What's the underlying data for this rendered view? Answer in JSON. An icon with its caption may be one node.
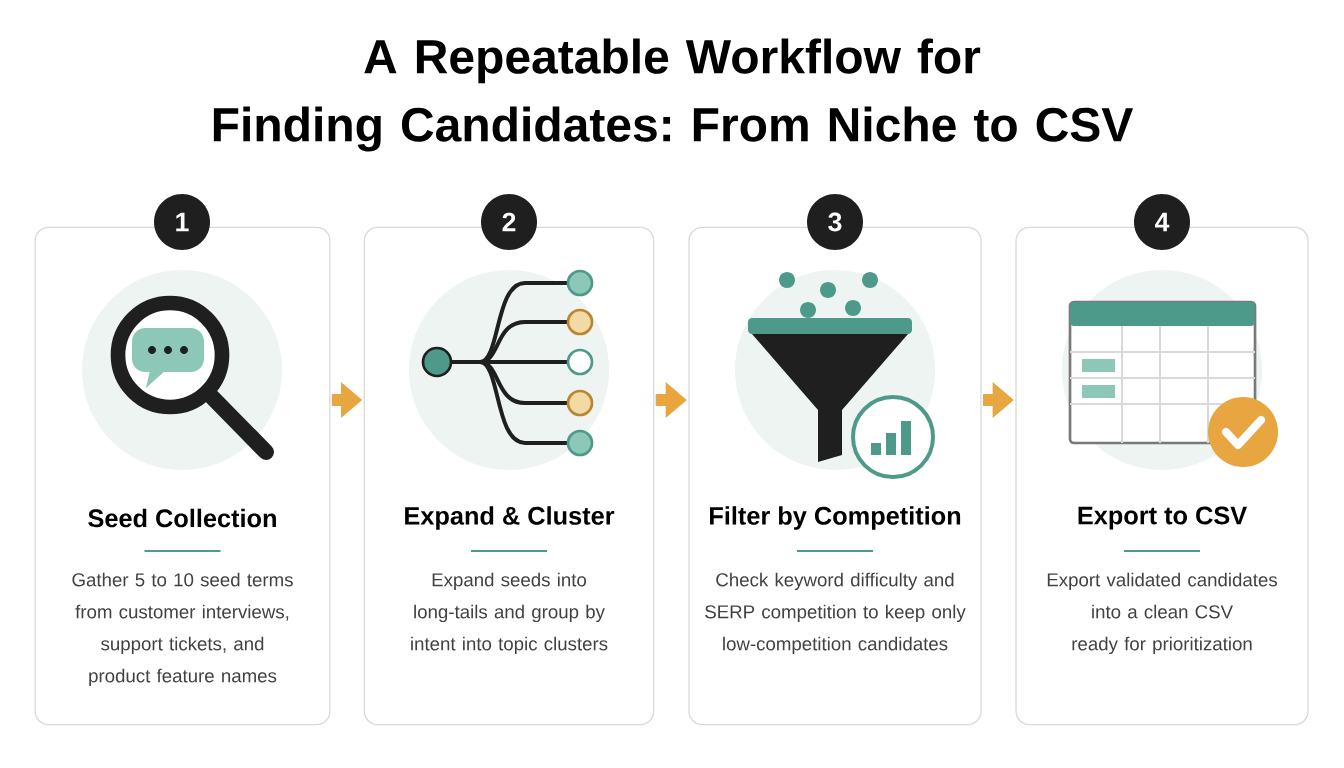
{
  "diagram": {
    "title": "A Repeatable Workflow for Finding Candidates: From Niche to CSV",
    "nodes": [
      {
        "text": [
          "1"
        ]
      },
      {
        "text": [
          "Seed Collection",
          "Gather 5 to 10 seed terms from customer interviews, support tickets, and product feature names"
        ]
      },
      {
        "text": [
          "2"
        ]
      },
      {
        "text": [
          "Expand & Cluster",
          "Expand seeds into long-tails and group by intent into topic clusters"
        ]
      },
      {
        "text": [
          "3"
        ]
      },
      {
        "text": [
          "Filter by Competition",
          "Check keyword difficulty and SERP competition to keep only low-competition candidates"
        ]
      },
      {
        "text": [
          "4"
        ]
      },
      {
        "text": [
          "Export to CSV",
          "Export validated candidates into a clean CSV ready for prioritization"
        ]
      }
    ],
    "edges": [
      {
        "from": 1,
        "to": 3,
        "arrow": "to"
      },
      {
        "from": 3,
        "to": 5,
        "arrow": "to"
      },
      {
        "from": 5,
        "to": 7,
        "arrow": "to"
      }
    ]
  }
}
